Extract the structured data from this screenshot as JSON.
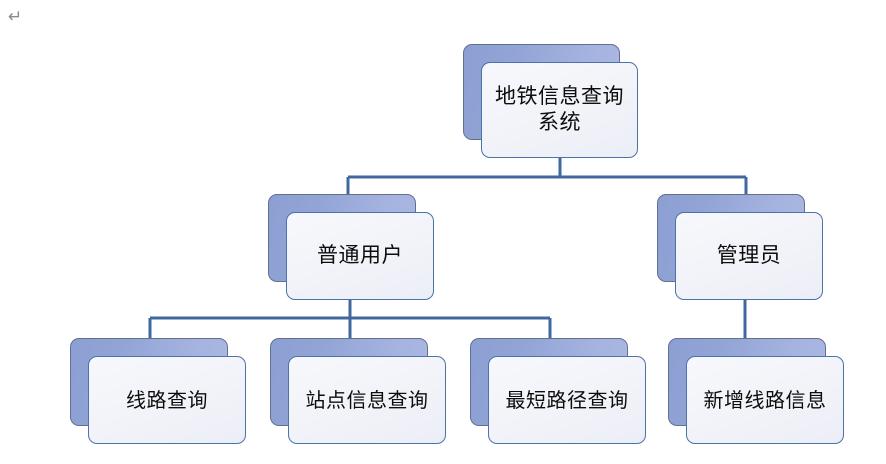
{
  "diagram": {
    "type": "hierarchy-tree",
    "title_node": "地铁信息查询系统",
    "marks": {
      "paragraph_mark": "↵"
    },
    "colors": {
      "shadow_plate_fill_left": "#8c9fd3",
      "shadow_plate_fill_right": "#aab7e2",
      "shadow_plate_border": "#62708f",
      "front_plate_fill": "#f3f4fa",
      "front_plate_border": "#4a72ab",
      "connector_line": "#41689e",
      "label_text": "#0d0d0d",
      "background": "#ffffff"
    },
    "nodes": [
      {
        "id": "root",
        "label": "地铁信息查询系统",
        "level": 0
      },
      {
        "id": "user",
        "label": "普通用户",
        "level": 1
      },
      {
        "id": "admin",
        "label": "管理员",
        "level": 1
      },
      {
        "id": "line-q",
        "label": "线路查询",
        "level": 2
      },
      {
        "id": "station-q",
        "label": "站点信息查询",
        "level": 2
      },
      {
        "id": "path-q",
        "label": "最短路径查询",
        "level": 2
      },
      {
        "id": "add-line",
        "label": "新增线路信息",
        "level": 2
      }
    ],
    "edges": [
      {
        "from": "root",
        "to": "user"
      },
      {
        "from": "root",
        "to": "admin"
      },
      {
        "from": "user",
        "to": "line-q"
      },
      {
        "from": "user",
        "to": "station-q"
      },
      {
        "from": "user",
        "to": "path-q"
      },
      {
        "from": "admin",
        "to": "add-line"
      }
    ]
  }
}
